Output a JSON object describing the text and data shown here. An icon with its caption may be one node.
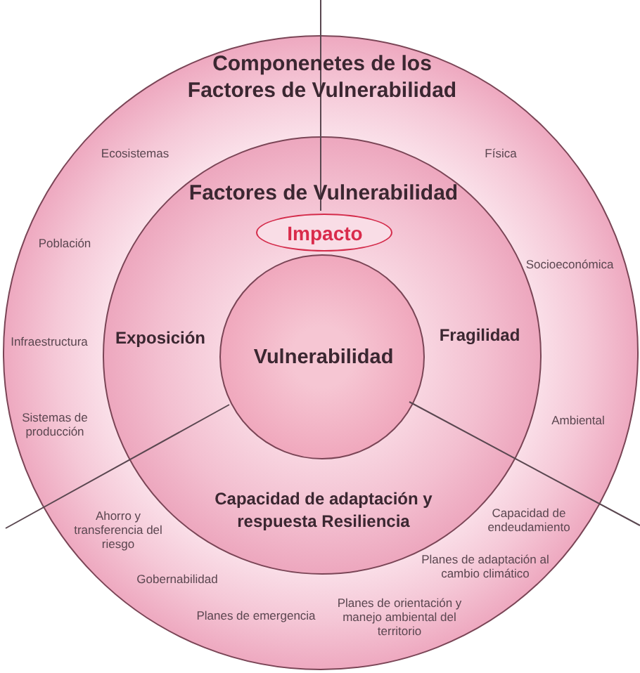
{
  "diagram": {
    "nodes": [
      {
        "text": [
          "Componenetes de los Factores de Vulnerabilidad"
        ]
      },
      {
        "text": [
          "Factores de Vulnerabilidad",
          "Exposición",
          "Fragilidad",
          "Capacidad de adaptación y respuesta Resiliencia"
        ],
        "in": 0
      },
      {
        "text": [
          "Impacto"
        ],
        "in": 1
      },
      {
        "text": [
          "Vulnerabilidad"
        ],
        "in": 1
      }
    ],
    "labels": [
      "Ecosistemas",
      "Física",
      "Población",
      "Socioeconómica",
      "Infraestructura",
      "Sistemas de producción",
      "Ambiental",
      "Ahorro y transferencia del riesgo",
      "Capacidad de endeudamiento",
      "Planes de adaptación al cambio climático",
      "Gobernabilidad",
      "Planes de emergencia",
      "Planes de orientación y manejo ambiental del territorio"
    ]
  }
}
